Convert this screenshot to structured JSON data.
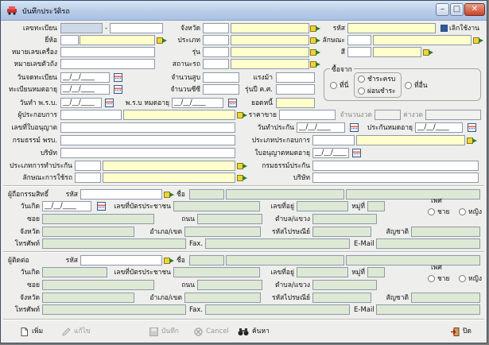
{
  "window": {
    "title": "บันทึกประวัติรถ"
  },
  "vehicle": {
    "reg_no_label": "เลขทะเบียน",
    "reg_dash": "-",
    "province_label": "จังหวัด",
    "code_label": "รหัส",
    "stop_use_label": "เลิกใช้งาน",
    "brand_label": "ยี่ห้อ",
    "type_label": "ประเภท",
    "characteristic_label": "ลักษณะ",
    "engine_no_label": "หมายเลขเครื่อง",
    "model_label": "รุ่น",
    "color_label": "สี",
    "chassis_no_label": "หมายเลขตัวถัง",
    "status_label": "สถานะรถ",
    "reg_date_label": "วันจดทะเบียน",
    "reg_date_value": "__/__/____",
    "cylinders_label": "จำนวนสูบ",
    "horsepower_label": "แรงม้า",
    "reg_expire_label": "ทะเบียนหมดอายุ",
    "reg_expire_value": "__/__/____",
    "cc_label": "จำนวนซีซี",
    "model_year_label": "รุ่นปี ค.ศ.",
    "insurance_date_label": "วันทำ พ.ร.บ.",
    "insurance_date_value": "__/__/____",
    "insurance_expire_label": "พ.ร.บ หมดอายุ",
    "insurance_expire_value": "__/__/____",
    "balance_label": "ยอดหนี้",
    "purchase_from": {
      "title": "ซื้อจาก",
      "options": [
        "ที่นี่",
        "ที่อื่น"
      ],
      "payment_options": [
        "ชำระครบ",
        "ผ่อนชำระ"
      ]
    },
    "operator_label": "ผู้ประกอบการ",
    "price_label": "ราคาขาย",
    "installments_label": "จำนวนงวด",
    "installment_amount_label": "ค่างวด",
    "license_no_label": "เลขที่ใบอนุญาต",
    "ins_start_label": "วันทำประกัน",
    "ins_start_value": "__/__/____",
    "ins_expire_label": "ประกันหมดอายุ",
    "ins_expire_value": "__/__/____",
    "policy_no_label": "กรมธรรม์ พรบ.",
    "insurer_label": "ประเภทประกอบการ",
    "company_label": "บริษัท",
    "permit_expire_label": "ใบอนุญาตหมดอายุ",
    "permit_expire_value": "__/__/____",
    "ins_type_label": "ประเภทการทำประกัน",
    "ins_policy_label": "กรมธรรม์ประกัน",
    "usage_label": "ลักษณะการใช้รถ",
    "ins_company_label": "บริษัท"
  },
  "owner": {
    "title": "ผู้ถือกรรมสิทธิ์",
    "code_label": "รหัส",
    "name_label": "ชื่อ",
    "birthdate_label": "วันเกิด",
    "birthdate_value": "__/__/____",
    "idcard_label": "เลขที่บัตรประชาชน",
    "houseno_label": "เลขที่อยู่",
    "moo_label": "หมู่ที่",
    "gender_label": "เพศ",
    "gender_options": [
      "ชาย",
      "หญิง"
    ],
    "soi_label": "ซอย",
    "road_label": "ถนน",
    "tambon_label": "ตำบล/แขวง",
    "province_label": "จังหวัด",
    "amphoe_label": "อำเภอ/เขต",
    "zip_label": "รหัสไปรษณีย์",
    "nationality_label": "สัญชาติ",
    "phone_label": "โทรศัพท์",
    "fax_label": "Fax.",
    "email_label": "E-Mail"
  },
  "contact": {
    "title": "ผู้ติดต่อ",
    "code_label": "รหัส",
    "name_label": "ชื่อ",
    "birthdate_label": "วันเกิด",
    "birthdate_value": "__/__/____",
    "idcard_label": "เลขที่บัตรประชาชน",
    "houseno_label": "เลขที่อยู่",
    "moo_label": "หมู่ที่",
    "gender_label": "เพศ",
    "gender_options": [
      "ชาย",
      "หญิง"
    ],
    "soi_label": "ซอย",
    "road_label": "ถนน",
    "tambon_label": "ตำบล/แขวง",
    "province_label": "จังหวัด",
    "amphoe_label": "อำเภอ/เขต",
    "zip_label": "รหัสไปรษณีย์",
    "nationality_label": "สัญชาติ",
    "phone_label": "โทรศัพท์",
    "fax_label": "Fax.",
    "email_label": "E-Mail"
  },
  "toolbar": {
    "add": "เพิ่ม",
    "edit": "แก้ไข",
    "save": "บันทึก",
    "cancel": "Cancel",
    "search": "ค้นหา",
    "close": "ปิด"
  },
  "colors": {
    "required": "#ffffcc",
    "readonly": "#dde9d5",
    "highlight": "#cfd8e8"
  }
}
